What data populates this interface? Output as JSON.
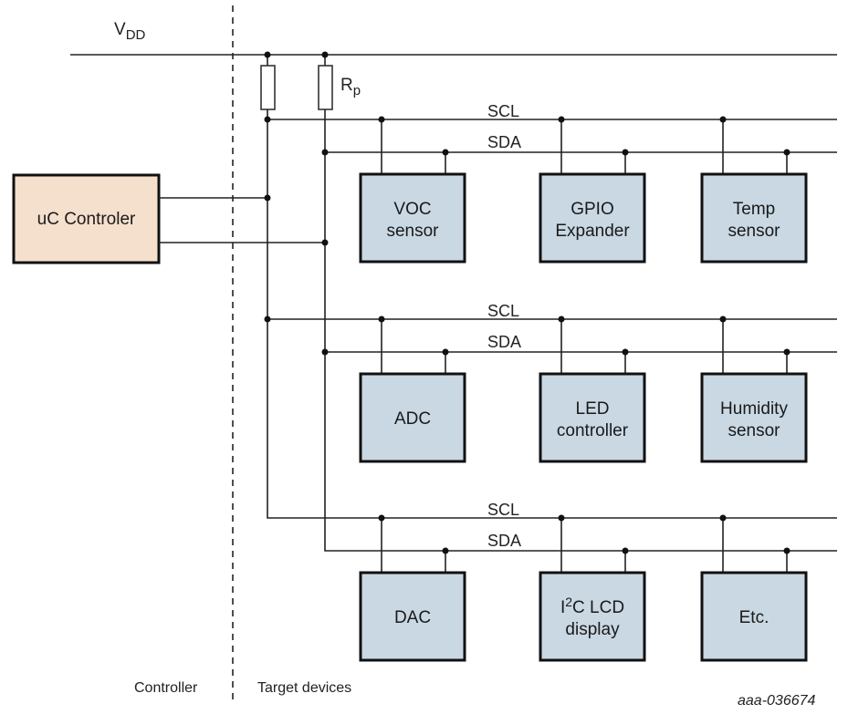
{
  "diagram": {
    "type": "i2c-bus-topology",
    "supply_label": {
      "main": "V",
      "sub": "DD"
    },
    "resistor_label": {
      "main": "R",
      "sub": "p"
    },
    "controller": {
      "label": "uC Controler",
      "fill": "#f5dfcd"
    },
    "device_fill": "#c9d8e3",
    "bus_labels": {
      "scl": "SCL",
      "sda": "SDA"
    },
    "rows": [
      {
        "devices": [
          {
            "line1": "VOC",
            "line2": "sensor"
          },
          {
            "line1": "GPIO",
            "line2": "Expander"
          },
          {
            "line1": "Temp",
            "line2": "sensor"
          }
        ]
      },
      {
        "devices": [
          {
            "line1": "ADC",
            "line2": ""
          },
          {
            "line1": "LED",
            "line2": "controller"
          },
          {
            "line1": "Humidity",
            "line2": "sensor"
          }
        ]
      },
      {
        "devices": [
          {
            "line1": "DAC",
            "line2": ""
          },
          {
            "line1_prefix": "I",
            "line1_sup": "2",
            "line1": "C LCD",
            "line2": "display"
          },
          {
            "line1": "Etc.",
            "line2": ""
          }
        ]
      }
    ],
    "footer": {
      "left": "Controller",
      "right": "Target devices",
      "reference": "aaa-036674"
    }
  }
}
